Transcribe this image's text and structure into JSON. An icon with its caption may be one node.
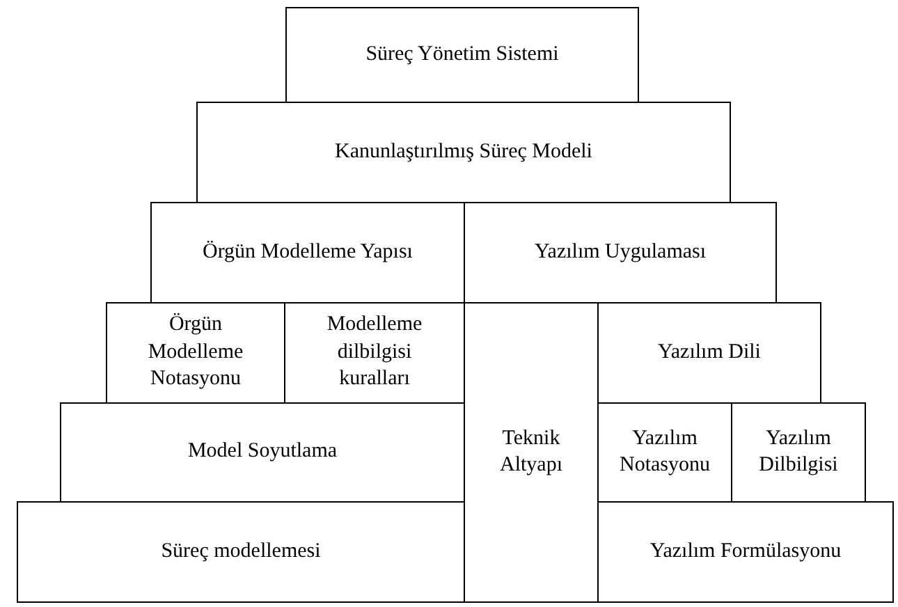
{
  "diagram": {
    "nodes": [
      {
        "text": [
          "Süreç Yönetim Sistemi"
        ]
      },
      {
        "text": [
          "Kanunlaştırılmış Süreç Modeli"
        ]
      },
      {
        "text": [
          "Örgün Modelleme Yapısı"
        ]
      },
      {
        "text": [
          "Yazılım Uygulaması"
        ]
      },
      {
        "text": [
          "Örgün Modelleme Notasyonu"
        ]
      },
      {
        "text": [
          "Modelleme dilbilgisi kuralları"
        ]
      },
      {
        "text": [
          "Teknik Altyapı"
        ]
      },
      {
        "text": [
          "Yazılım Dili"
        ]
      },
      {
        "text": [
          "Model Soyutlama"
        ]
      },
      {
        "text": [
          "Yazılım Notasyonu"
        ]
      },
      {
        "text": [
          "Yazılım Dilbilgisi"
        ]
      },
      {
        "text": [
          "Süreç modellemesi"
        ]
      },
      {
        "text": [
          "Yazılım Formülasyonu"
        ]
      }
    ]
  }
}
